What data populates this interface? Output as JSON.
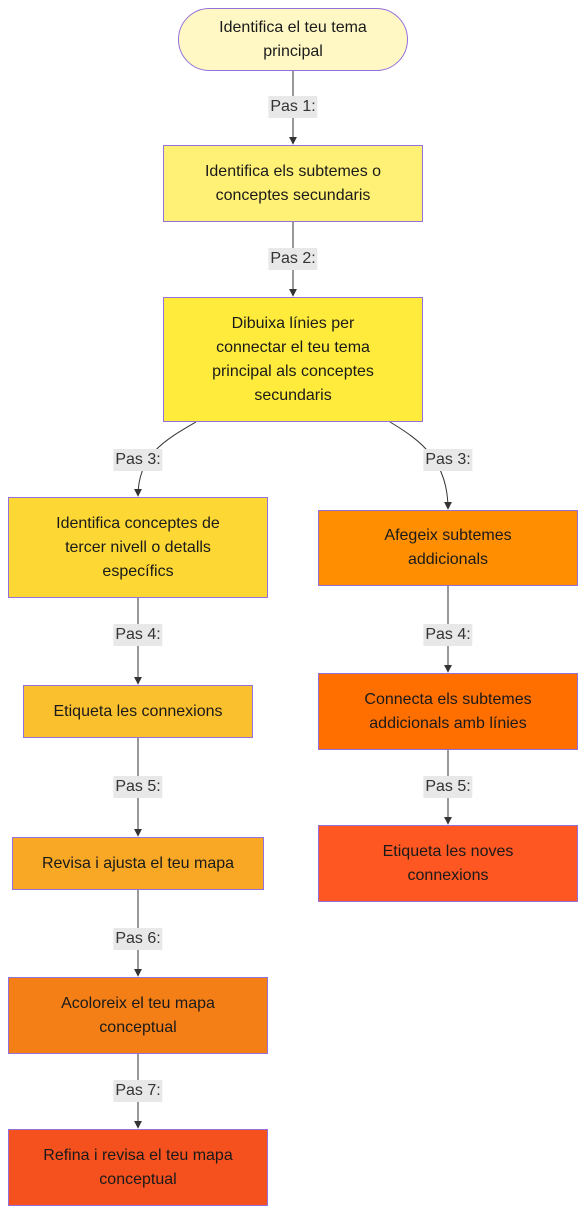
{
  "diagram": {
    "nodes": {
      "main_topic": {
        "label": "Identifica el teu tema principal",
        "fill": "#FFF8C5"
      },
      "subtopics": {
        "label": "Identifica els subtemes o conceptes secundaris",
        "fill": "#FFF176"
      },
      "draw_lines": {
        "label": "Dibuixa línies per connectar el teu tema principal als conceptes secundaris",
        "fill": "#FFEB3B"
      },
      "third_level": {
        "label": "Identifica conceptes de tercer nivell o detalls específics",
        "fill": "#FDD835"
      },
      "label_connections": {
        "label": "Etiqueta les connexions",
        "fill": "#FBC02D"
      },
      "review": {
        "label": "Revisa i ajusta el teu mapa",
        "fill": "#F9A825"
      },
      "color_map": {
        "label": "Acoloreix el teu mapa conceptual",
        "fill": "#F57F17"
      },
      "refine": {
        "label": "Refina i revisa el teu mapa conceptual",
        "fill": "#F4511E"
      },
      "extra_subtopics": {
        "label": "Afegeix subtemes addicionals",
        "fill": "#FF8F00"
      },
      "connect_extra": {
        "label": "Connecta els subtemes addicionals amb línies",
        "fill": "#FF6F00"
      },
      "label_new": {
        "label": "Etiqueta les noves connexions",
        "fill": "#FF5722"
      }
    },
    "edges": {
      "e1": "Pas 1:",
      "e2": "Pas 2:",
      "e3a": "Pas 3:",
      "e3b": "Pas 3:",
      "e4a": "Pas 4:",
      "e4b": "Pas 4:",
      "e5a": "Pas 5:",
      "e5b": "Pas 5:",
      "e6": "Pas 6:",
      "e7": "Pas 7:"
    },
    "colors": {
      "edge": "#333333",
      "node_border": "#9370DB",
      "edge_label_bg": "#e8e8e8"
    }
  }
}
